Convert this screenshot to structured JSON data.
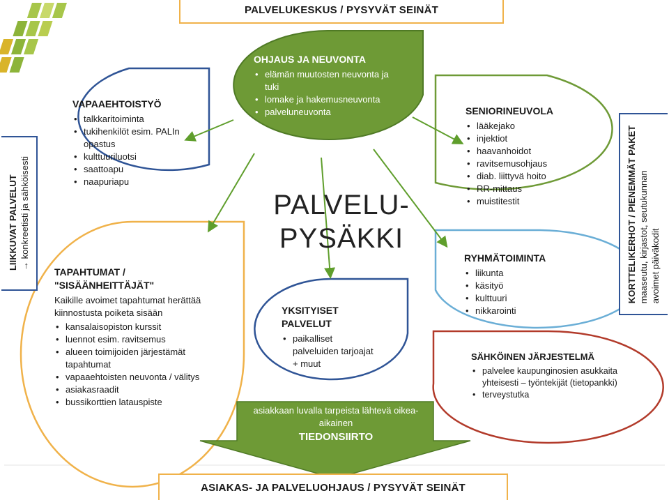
{
  "colors": {
    "orange": "#f0b24a",
    "green": "#6e9a36",
    "green_dark": "#4f7a25",
    "navy": "#2f5496",
    "blue_light": "#6aaed6",
    "red": "#b23a2a",
    "arrow": "#5f9e2c",
    "logo_lime": "#a7c64a",
    "logo_gold": "#d9b42a"
  },
  "logo": {
    "name": "logo-mark"
  },
  "top_box": {
    "label": "PALVELUKESKUS / PYSYVÄT SEINÄT"
  },
  "bottom_box": {
    "label": "ASIAKAS- JA PALVELUOHJAUS / PYSYVÄT SEINÄT"
  },
  "left_box": {
    "title": "LIIKKUVAT PALVELUT",
    "subtitle": "→ konkreetisti ja sähköisesti"
  },
  "right_box": {
    "title": "KORTTELIKERHOT / PIENEMMÄT PAKET",
    "line1": "maaseutu, kirjastot, seutukunnan",
    "line2": "avoimet päiväkodit"
  },
  "center": {
    "line1": "PALVELU-",
    "line2": "PYSÄKKI"
  },
  "ohjaus": {
    "title": "OHJAUS JA NEUVONTA",
    "items": [
      "elämän muutosten neuvonta ja tuki",
      "lomake ja hakemusneuvonta",
      "palveluneuvonta"
    ]
  },
  "vapaaehtoistyo": {
    "title": "VAPAAEHTOISTYÖ",
    "items": [
      "talkkaritoiminta",
      "tukihenkilöt esim. PALIn opastus",
      "kulttuuriluotsi",
      "saattoapu",
      "naapuriapu"
    ]
  },
  "seniorineuvola": {
    "title": "SENIORINEUVOLA",
    "items": [
      "lääkejako",
      "injektiot",
      "haavanhoidot",
      "ravitsemusohjaus",
      "diab. liittyvä hoito",
      "RR-mittaus",
      "muistitestit"
    ]
  },
  "ryhmatoiminta": {
    "title": "RYHMÄTOIMINTA",
    "items": [
      "liikunta",
      "käsityö",
      "kulttuuri",
      "nikkarointi"
    ]
  },
  "tapahtumat": {
    "title": "TAPAHTUMAT / \"SISÄÄNHEITTÄJÄT\"",
    "desc": "Kaikille avoimet tapahtumat herättää kiinnostusta poiketa sisään",
    "items": [
      "kansalaisopiston kurssit",
      "luennot esim. ravitsemus",
      "alueen toimijoiden järjestämät tapahtumat",
      "vapaaehtoisten neuvonta / välitys",
      "asiakasraadit",
      "bussikorttien latauspiste"
    ]
  },
  "yksityiset": {
    "title": "YKSITYISET PALVELUT",
    "items": [
      "paikalliset palveluiden tarjoajat + muut"
    ]
  },
  "sahkoinen": {
    "title": "SÄHKÖINEN JÄRJESTELMÄ",
    "items": [
      "palvelee kaupunginosien asukkaita yhteisesti – työntekijät (tietopankki)",
      "terveystutka"
    ]
  },
  "tiedonsiirto": {
    "line": "asiakkaan luvalla tarpeista lähtevä oikea-aikainen",
    "big": "TIEDONSIIRTO"
  }
}
